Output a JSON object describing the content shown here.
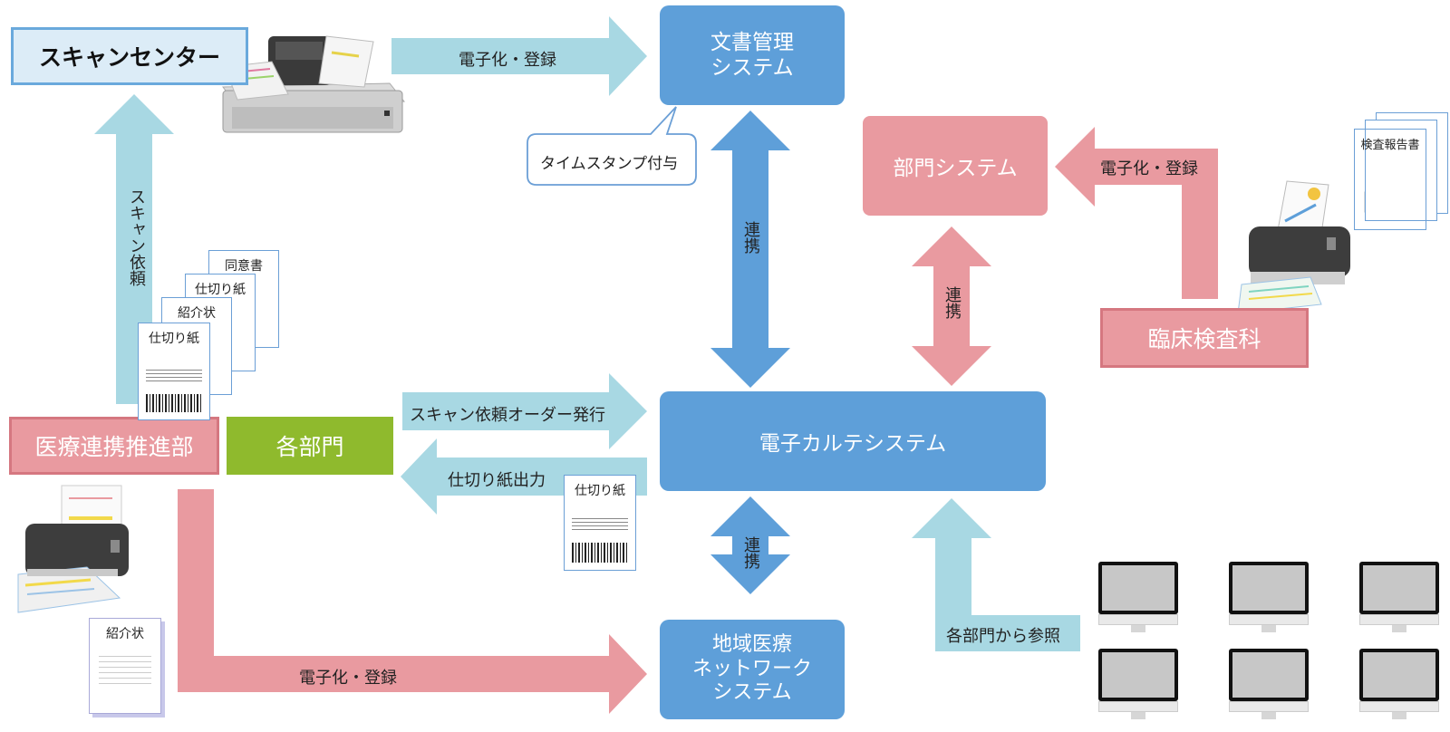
{
  "nodes": {
    "scan_center": "スキャンセンター",
    "doc_system": [
      "文書管理",
      "システム"
    ],
    "dept_system": "部門システム",
    "clinical_lab": "臨床検査科",
    "iryo_renkei": "医療連携推進部",
    "kaku_bumon": "各部門",
    "emr": "電子カルテシステム",
    "regional": [
      "地域医療",
      "ネットワーク",
      "システム"
    ]
  },
  "arrows": {
    "scan_to_doc": "電子化・登録",
    "lab_to_dept": "電子化・登録",
    "scan_request": "スキャン依頼",
    "doc_emr_link": "連携",
    "dept_emr_link": "連携",
    "emr_regional_link": "連携",
    "order_issue": "スキャン依頼オーダー発行",
    "separator_output": "仕切り紙出力",
    "reference_from_depts": "各部門から参照",
    "to_regional": "電子化・登録"
  },
  "callout": "タイムスタンプ付与",
  "documents": {
    "stack": [
      "同意書",
      "仕切り紙",
      "紹介状",
      "仕切り紙"
    ],
    "separator_sheet": "仕切り紙",
    "referral_letter": "紹介状",
    "exam_report": "検査報告書"
  },
  "colors": {
    "blue": "#5e9fd9",
    "light_blue": "#a8d8e3",
    "pink": "#e99aa0",
    "green": "#8fba2d",
    "scan_center_bg": "#dcecf7"
  }
}
